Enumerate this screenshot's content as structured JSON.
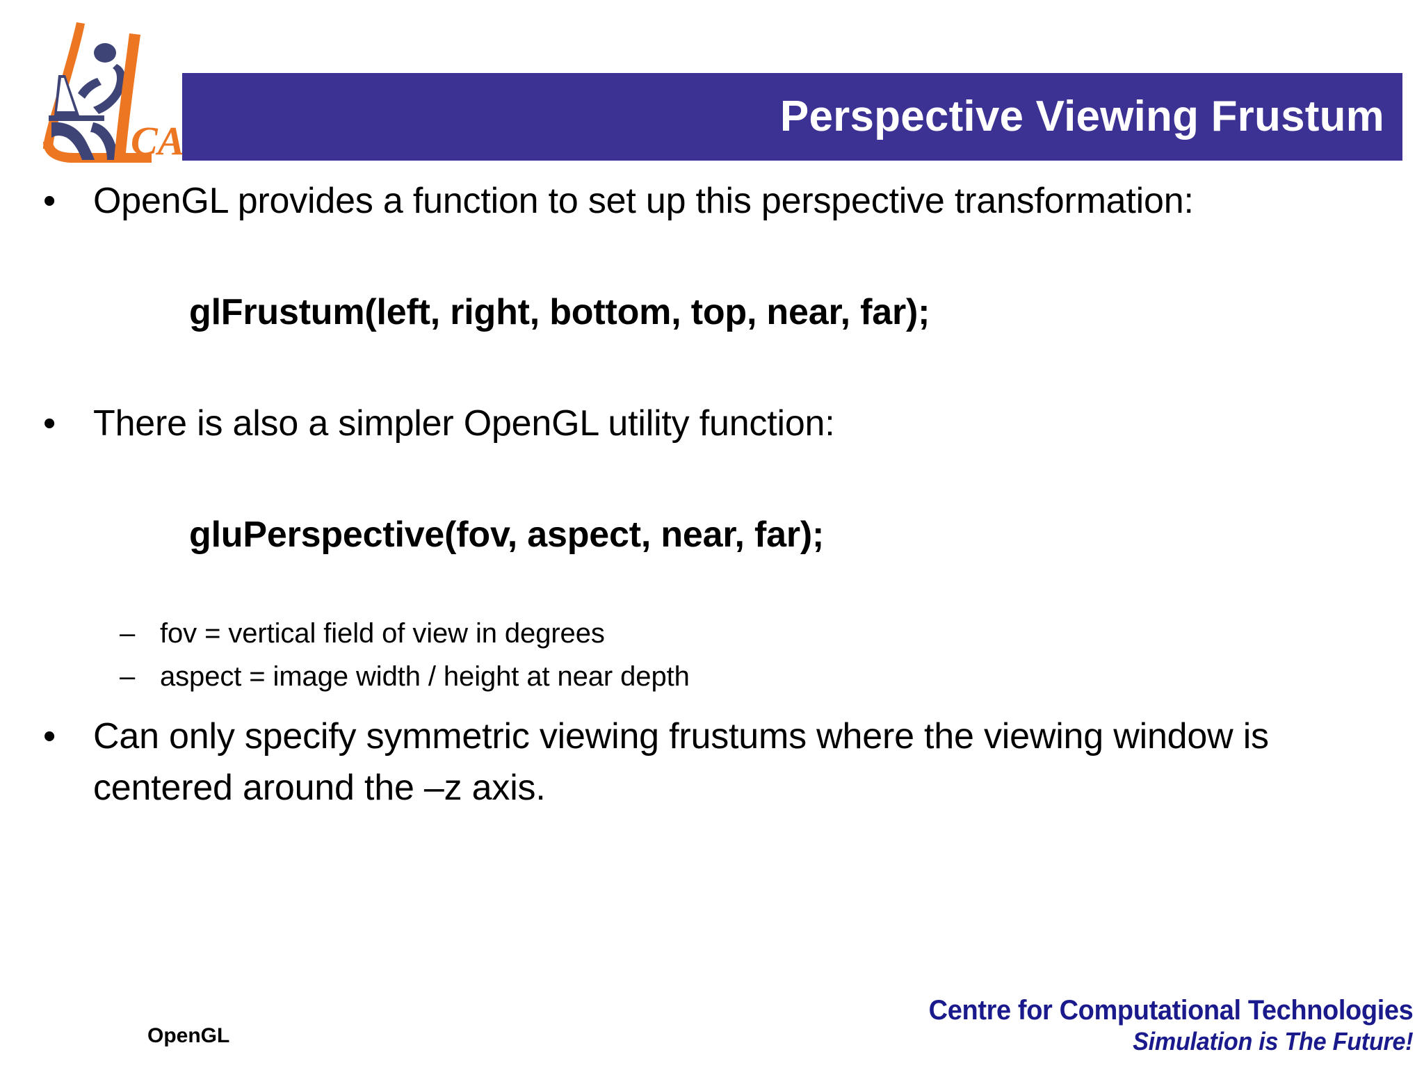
{
  "slide": {
    "title": "Perspective Viewing Frustum",
    "title_bar_color": "#3B3293",
    "background_color": "#FFFFFF"
  },
  "logo": {
    "name": "iCAx logo",
    "wordmark": "CAx",
    "swoosh_color": "#ED7622",
    "figure_color": "#3F4477"
  },
  "body": {
    "bullet_marker": "•",
    "dash_marker": "–",
    "blocks": [
      {
        "type": "bullet",
        "text": "OpenGL provides a function to set up this perspective transformation:"
      },
      {
        "type": "code",
        "text": "glFrustum(left, right, bottom, top, near, far);"
      },
      {
        "type": "bullet",
        "text": "There is also a simpler OpenGL utility function:"
      },
      {
        "type": "code",
        "text": "gluPerspective(fov, aspect, near, far);"
      },
      {
        "type": "sub",
        "text": "fov = vertical field of view in degrees"
      },
      {
        "type": "sub",
        "text": "aspect = image width / height at near depth"
      },
      {
        "type": "bullet",
        "text": "Can only specify symmetric viewing frustums where the viewing window is centered around the –z axis."
      }
    ]
  },
  "footer": {
    "left_label": "OpenGL",
    "organisation": "Centre for Computational Technologies",
    "tagline": "Simulation is The Future!",
    "text_color": "#1A1A8C"
  }
}
